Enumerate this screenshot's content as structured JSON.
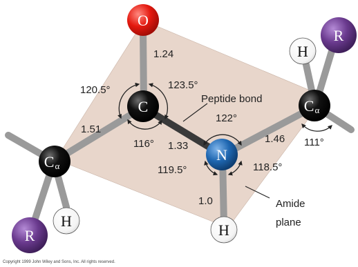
{
  "colors": {
    "plane": "#e8d6cb",
    "plane_edge": "#c9b3a6",
    "bond": "#9a9a9a",
    "peptide_bond": "#3a3a3a",
    "oxygen": "#e4190f",
    "nitrogen": "#1f67b1",
    "carbon": "#0b0b0b",
    "r_group": "#6a3a8e",
    "hydrogen": "#ffffff"
  },
  "atoms": {
    "o": "O",
    "c": "C",
    "n": "N",
    "h_n": "H",
    "ca_left": "C",
    "ca_left_sub": "α",
    "ca_right": "C",
    "ca_right_sub": "α",
    "r_left": "R",
    "r_right": "R",
    "h_left": "H",
    "h_right": "H"
  },
  "bond_lengths": {
    "c_o": "1.24",
    "ca_c": "1.51",
    "c_n": "1.33",
    "n_ca": "1.46",
    "n_h": "1.0"
  },
  "angles": {
    "ca_c_o": "120.5°",
    "o_c_n": "123.5°",
    "ca_c_n": "116°",
    "c_n_ca": "122°",
    "c_n_h": "119.5°",
    "h_n_ca": "118.5°",
    "ca_right": "111°"
  },
  "annotations": {
    "peptide_bond": "Peptide bond",
    "amide_line1": "Amide",
    "amide_line2": "plane",
    "copyright": "Copyright 1999 John Wiley and Sons, Inc. All rights reserved."
  }
}
